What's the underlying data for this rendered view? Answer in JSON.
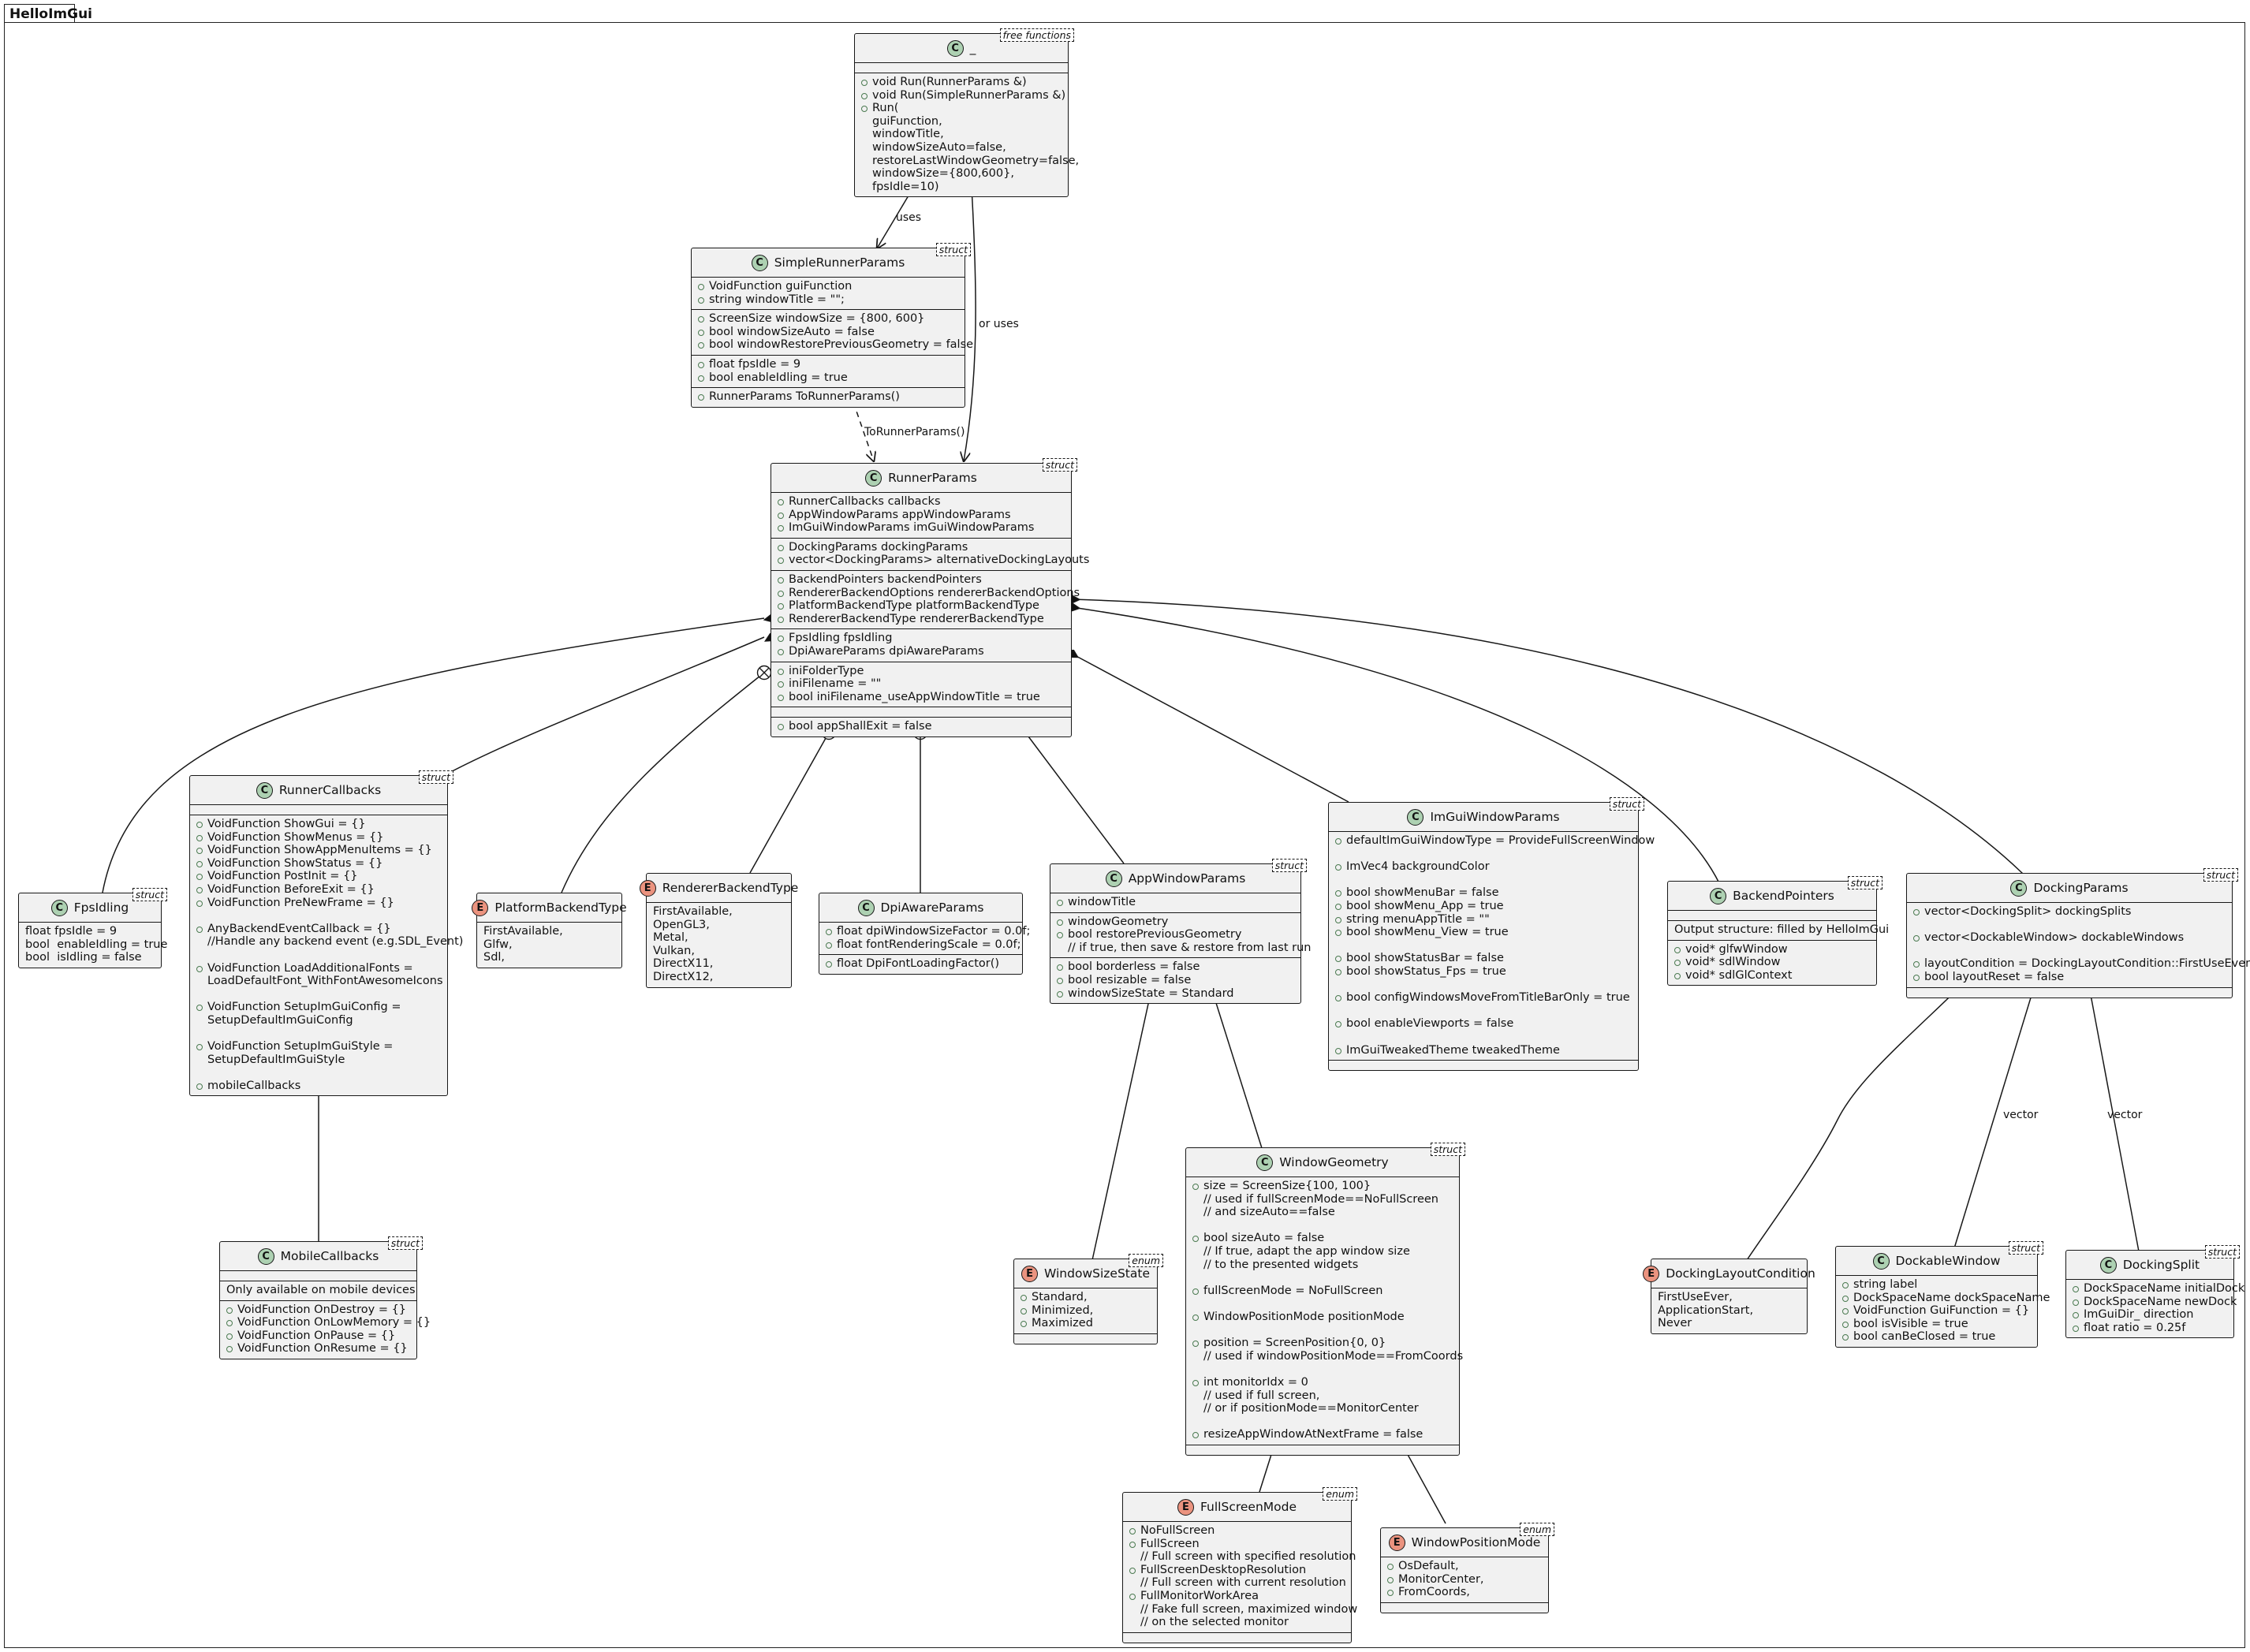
{
  "package": {
    "name": "HelloImGui"
  },
  "edge_labels": {
    "uses": "uses",
    "or_uses": "or uses",
    "to_runner": "ToRunnerParams()",
    "vector1": "vector",
    "vector2": "vector"
  },
  "classes": {
    "free": {
      "name": "_",
      "kind": "class",
      "stereotype": "free functions",
      "sections": [
        [],
        [
          {
            "t": "void Run(RunnerParams &)",
            "v": 1
          },
          {
            "t": "void Run(SimpleRunnerParams &)",
            "v": 1
          },
          {
            "t": "Run(",
            "v": 1
          },
          {
            "t": "guiFunction,",
            "v": 2
          },
          {
            "t": "windowTitle,",
            "v": 2
          },
          {
            "t": "windowSizeAuto=false,",
            "v": 2
          },
          {
            "t": "restoreLastWindowGeometry=false,",
            "v": 2
          },
          {
            "t": "windowSize={800,600},",
            "v": 2
          },
          {
            "t": "fpsIdle=10)",
            "v": 2
          }
        ]
      ]
    },
    "simple": {
      "name": "SimpleRunnerParams",
      "kind": "class",
      "stereotype": "struct",
      "sections": [
        [
          {
            "t": "VoidFunction guiFunction",
            "v": 1
          },
          {
            "t": "string windowTitle = \"\";",
            "v": 1
          }
        ],
        [
          {
            "t": "ScreenSize windowSize = {800, 600}",
            "v": 1
          },
          {
            "t": "bool windowSizeAuto = false",
            "v": 1
          },
          {
            "t": "bool windowRestorePreviousGeometry = false",
            "v": 1
          }
        ],
        [
          {
            "t": "float fpsIdle = 9",
            "v": 1
          },
          {
            "t": "bool enableIdling = true",
            "v": 1
          }
        ],
        [
          {
            "t": "RunnerParams ToRunnerParams()",
            "v": 1
          }
        ]
      ]
    },
    "runner": {
      "name": "RunnerParams",
      "kind": "class",
      "stereotype": "struct",
      "sections": [
        [
          {
            "t": "RunnerCallbacks callbacks",
            "v": 1
          },
          {
            "t": "AppWindowParams appWindowParams",
            "v": 1
          },
          {
            "t": "ImGuiWindowParams imGuiWindowParams",
            "v": 1
          }
        ],
        [
          {
            "t": "DockingParams dockingParams",
            "v": 1
          },
          {
            "t": "vector<DockingParams> alternativeDockingLayouts",
            "v": 1
          }
        ],
        [
          {
            "t": "BackendPointers backendPointers",
            "v": 1
          },
          {
            "t": "RendererBackendOptions rendererBackendOptions",
            "v": 1
          },
          {
            "t": "PlatformBackendType platformBackendType",
            "v": 1
          },
          {
            "t": "RendererBackendType rendererBackendType",
            "v": 1
          }
        ],
        [
          {
            "t": "FpsIdling fpsIdling",
            "v": 1
          },
          {
            "t": "DpiAwareParams dpiAwareParams",
            "v": 1
          }
        ],
        [
          {
            "t": "iniFolderType",
            "v": 1
          },
          {
            "t": "iniFilename = \"\"",
            "v": 1
          },
          {
            "t": "bool iniFilename_useAppWindowTitle = true",
            "v": 1
          }
        ],
        [],
        [
          {
            "t": "bool appShallExit = false",
            "v": 1
          }
        ]
      ]
    },
    "fps": {
      "name": "FpsIdling",
      "kind": "class",
      "stereotype": "struct",
      "sections": [
        [
          {
            "t": "float fpsIdle = 9",
            "v": 0
          },
          {
            "t": "bool  enableIdling = true",
            "v": 0
          },
          {
            "t": "bool  isIdling = false",
            "v": 0
          }
        ]
      ]
    },
    "callbacks": {
      "name": "RunnerCallbacks",
      "kind": "class",
      "stereotype": "struct",
      "sections": [
        [],
        [
          {
            "t": "VoidFunction ShowGui = {}",
            "v": 1
          },
          {
            "t": "VoidFunction ShowMenus = {}",
            "v": 1
          },
          {
            "t": "VoidFunction ShowAppMenuItems = {}",
            "v": 1
          },
          {
            "t": "VoidFunction ShowStatus = {}",
            "v": 1
          },
          {
            "t": "VoidFunction PostInit = {}",
            "v": 1
          },
          {
            "t": "VoidFunction BeforeExit = {}",
            "v": 1
          },
          {
            "t": "VoidFunction PreNewFrame = {}",
            "v": 1
          },
          {
            "t": "",
            "v": 0
          },
          {
            "t": "AnyBackendEventCallback = {}",
            "v": 1
          },
          {
            "t": "//Handle any backend event (e.g.SDL_Event)",
            "v": 2
          },
          {
            "t": "",
            "v": 0
          },
          {
            "t": "VoidFunction LoadAdditionalFonts =",
            "v": 1
          },
          {
            "t": "LoadDefaultFont_WithFontAwesomeIcons",
            "v": 2
          },
          {
            "t": "",
            "v": 0
          },
          {
            "t": "VoidFunction SetupImGuiConfig =",
            "v": 1
          },
          {
            "t": "SetupDefaultImGuiConfig",
            "v": 2
          },
          {
            "t": "",
            "v": 0
          },
          {
            "t": "VoidFunction SetupImGuiStyle =",
            "v": 1
          },
          {
            "t": "SetupDefaultImGuiStyle",
            "v": 2
          },
          {
            "t": "",
            "v": 0
          },
          {
            "t": "mobileCallbacks",
            "v": 1
          }
        ]
      ]
    },
    "platform": {
      "name": "PlatformBackendType",
      "kind": "enum",
      "stereotype": "",
      "sections": [
        [
          {
            "t": "FirstAvailable,",
            "v": 0
          },
          {
            "t": "Glfw,",
            "v": 0
          },
          {
            "t": "Sdl,",
            "v": 0
          }
        ]
      ]
    },
    "renderer": {
      "name": "RendererBackendType",
      "kind": "enum",
      "stereotype": "",
      "sections": [
        [
          {
            "t": "FirstAvailable,",
            "v": 0
          },
          {
            "t": "OpenGL3,",
            "v": 0
          },
          {
            "t": "Metal,",
            "v": 0
          },
          {
            "t": "Vulkan,",
            "v": 0
          },
          {
            "t": "DirectX11,",
            "v": 0
          },
          {
            "t": "DirectX12,",
            "v": 0
          }
        ]
      ]
    },
    "dpi": {
      "name": "DpiAwareParams",
      "kind": "class",
      "stereotype": "",
      "sections": [
        [
          {
            "t": "float dpiWindowSizeFactor = 0.0f;",
            "v": 1
          },
          {
            "t": "float fontRenderingScale = 0.0f;",
            "v": 1
          }
        ],
        [
          {
            "t": "float DpiFontLoadingFactor()",
            "v": 1
          }
        ]
      ]
    },
    "appwin": {
      "name": "AppWindowParams",
      "kind": "class",
      "stereotype": "struct",
      "sections": [
        [
          {
            "t": "windowTitle",
            "v": 1
          }
        ],
        [
          {
            "t": "windowGeometry",
            "v": 1
          },
          {
            "t": "bool restorePreviousGeometry",
            "v": 1
          },
          {
            "t": "// if true, then save & restore from last run",
            "v": 2
          }
        ],
        [
          {
            "t": "bool borderless = false",
            "v": 1
          },
          {
            "t": "bool resizable = false",
            "v": 1
          },
          {
            "t": "windowSizeState = Standard",
            "v": 1
          }
        ]
      ]
    },
    "imguiwin": {
      "name": "ImGuiWindowParams",
      "kind": "class",
      "stereotype": "struct",
      "sections": [
        [
          {
            "t": "defaultImGuiWindowType = ProvideFullScreenWindow",
            "v": 1
          },
          {
            "t": "",
            "v": 0
          },
          {
            "t": "ImVec4 backgroundColor",
            "v": 1
          },
          {
            "t": "",
            "v": 0
          },
          {
            "t": "bool showMenuBar = false",
            "v": 1
          },
          {
            "t": "bool showMenu_App = true",
            "v": 1
          },
          {
            "t": "string menuAppTitle = \"\"",
            "v": 1
          },
          {
            "t": "bool showMenu_View = true",
            "v": 1
          },
          {
            "t": "",
            "v": 0
          },
          {
            "t": "bool showStatusBar = false",
            "v": 1
          },
          {
            "t": "bool showStatus_Fps = true",
            "v": 1
          },
          {
            "t": "",
            "v": 0
          },
          {
            "t": "bool configWindowsMoveFromTitleBarOnly = true",
            "v": 1
          },
          {
            "t": "",
            "v": 0
          },
          {
            "t": "bool enableViewports = false",
            "v": 1
          },
          {
            "t": "",
            "v": 0
          },
          {
            "t": "ImGuiTweakedTheme tweakedTheme",
            "v": 1
          }
        ],
        []
      ]
    },
    "backend": {
      "name": "BackendPointers",
      "kind": "class",
      "stereotype": "struct",
      "sections": [
        [],
        [
          {
            "t": "Output structure: filled by HelloImGui",
            "v": 0
          }
        ],
        [
          {
            "t": "void* glfwWindow",
            "v": 1
          },
          {
            "t": "void* sdlWindow",
            "v": 1
          },
          {
            "t": "void* sdlGlContext",
            "v": 1
          }
        ]
      ]
    },
    "docking": {
      "name": "DockingParams",
      "kind": "class",
      "stereotype": "struct",
      "sections": [
        [
          {
            "t": "vector<DockingSplit> dockingSplits",
            "v": 1
          },
          {
            "t": "",
            "v": 0
          },
          {
            "t": "vector<DockableWindow> dockableWindows",
            "v": 1
          },
          {
            "t": "",
            "v": 0
          },
          {
            "t": "layoutCondition = DockingLayoutCondition::FirstUseEver",
            "v": 1
          },
          {
            "t": "bool layoutReset = false",
            "v": 1
          }
        ],
        []
      ]
    },
    "mobile": {
      "name": "MobileCallbacks",
      "kind": "class",
      "stereotype": "struct",
      "sections": [
        [],
        [
          {
            "t": "Only available on mobile devices",
            "v": 0
          }
        ],
        [
          {
            "t": "VoidFunction OnDestroy = {}",
            "v": 1
          },
          {
            "t": "VoidFunction OnLowMemory = {}",
            "v": 1
          },
          {
            "t": "VoidFunction OnPause = {}",
            "v": 1
          },
          {
            "t": "VoidFunction OnResume = {}",
            "v": 1
          }
        ]
      ]
    },
    "winsize": {
      "name": "WindowSizeState",
      "kind": "enum",
      "stereotype": "enum",
      "sections": [
        [
          {
            "t": "Standard,",
            "v": 1
          },
          {
            "t": "Minimized,",
            "v": 1
          },
          {
            "t": "Maximized",
            "v": 1
          }
        ],
        []
      ]
    },
    "wingeom": {
      "name": "WindowGeometry",
      "kind": "class",
      "stereotype": "struct",
      "sections": [
        [
          {
            "t": "size = ScreenSize{100, 100}",
            "v": 1
          },
          {
            "t": "// used if fullScreenMode==NoFullScreen",
            "v": 2
          },
          {
            "t": "// and sizeAuto==false",
            "v": 2
          },
          {
            "t": "",
            "v": 0
          },
          {
            "t": "bool sizeAuto = false",
            "v": 1
          },
          {
            "t": "// If true, adapt the app window size",
            "v": 2
          },
          {
            "t": "// to the presented widgets",
            "v": 2
          },
          {
            "t": "",
            "v": 0
          },
          {
            "t": "fullScreenMode = NoFullScreen",
            "v": 1
          },
          {
            "t": "",
            "v": 0
          },
          {
            "t": "WindowPositionMode positionMode",
            "v": 1
          },
          {
            "t": "",
            "v": 0
          },
          {
            "t": "position = ScreenPosition{0, 0}",
            "v": 1
          },
          {
            "t": "// used if windowPositionMode==FromCoords",
            "v": 2
          },
          {
            "t": "",
            "v": 0
          },
          {
            "t": "int monitorIdx = 0",
            "v": 1
          },
          {
            "t": "// used if full screen,",
            "v": 2
          },
          {
            "t": "// or if positionMode==MonitorCenter",
            "v": 2
          },
          {
            "t": "",
            "v": 0
          },
          {
            "t": "resizeAppWindowAtNextFrame = false",
            "v": 1
          }
        ],
        []
      ]
    },
    "dockcond": {
      "name": "DockingLayoutCondition",
      "kind": "enum",
      "stereotype": "",
      "sections": [
        [
          {
            "t": "FirstUseEver,",
            "v": 0
          },
          {
            "t": "ApplicationStart,",
            "v": 0
          },
          {
            "t": "Never",
            "v": 0
          }
        ]
      ]
    },
    "dockwin": {
      "name": "DockableWindow",
      "kind": "class",
      "stereotype": "struct",
      "sections": [
        [
          {
            "t": "string label",
            "v": 1
          },
          {
            "t": "DockSpaceName dockSpaceName",
            "v": 1
          },
          {
            "t": "VoidFunction GuiFunction = {}",
            "v": 1
          },
          {
            "t": "bool isVisible = true",
            "v": 1
          },
          {
            "t": "bool canBeClosed = true",
            "v": 1
          }
        ]
      ]
    },
    "docksplit": {
      "name": "DockingSplit",
      "kind": "class",
      "stereotype": "struct",
      "sections": [
        [
          {
            "t": "DockSpaceName initialDock",
            "v": 1
          },
          {
            "t": "DockSpaceName newDock",
            "v": 1
          },
          {
            "t": "ImGuiDir_ direction",
            "v": 1
          },
          {
            "t": "float ratio = 0.25f",
            "v": 1
          }
        ]
      ]
    },
    "fullscreen": {
      "name": "FullScreenMode",
      "kind": "enum",
      "stereotype": "enum",
      "sections": [
        [
          {
            "t": "NoFullScreen",
            "v": 1
          },
          {
            "t": "FullScreen",
            "v": 1
          },
          {
            "t": "// Full screen with specified resolution",
            "v": 2
          },
          {
            "t": "FullScreenDesktopResolution",
            "v": 1
          },
          {
            "t": "// Full screen with current resolution",
            "v": 2
          },
          {
            "t": "FullMonitorWorkArea",
            "v": 1
          },
          {
            "t": "// Fake full screen, maximized window",
            "v": 2
          },
          {
            "t": "// on the selected monitor",
            "v": 2
          }
        ],
        []
      ]
    },
    "winpos": {
      "name": "WindowPositionMode",
      "kind": "enum",
      "stereotype": "enum",
      "sections": [
        [
          {
            "t": "OsDefault,",
            "v": 1
          },
          {
            "t": "MonitorCenter,",
            "v": 1
          },
          {
            "t": "FromCoords,",
            "v": 1
          }
        ],
        []
      ]
    }
  }
}
